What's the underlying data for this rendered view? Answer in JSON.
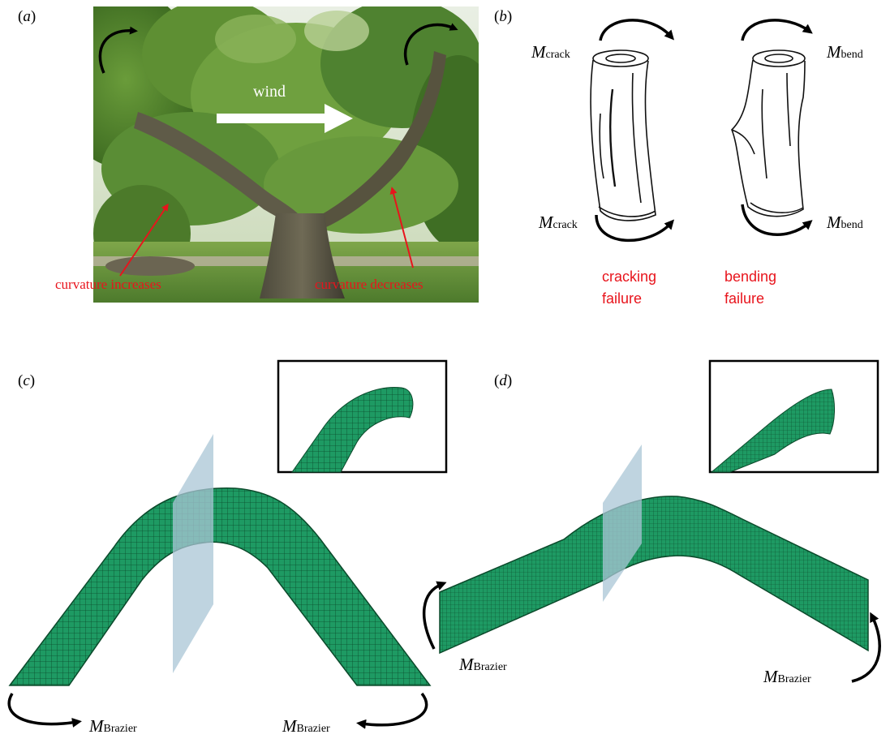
{
  "panels": {
    "a": {
      "label": "a",
      "wind_label": "wind",
      "left_note": "curvature increases",
      "right_note": "curvature decreases"
    },
    "b": {
      "label": "b",
      "m_symbol": "M",
      "crack_sub": "crack",
      "bend_sub": "bend",
      "cracking_line1": "cracking",
      "cracking_line2": "failure",
      "bending_line1": "bending",
      "bending_line2": "failure"
    },
    "c": {
      "label": "c",
      "m_symbol": "M",
      "brazier_sub": "Brazier"
    },
    "d": {
      "label": "d",
      "m_symbol": "M",
      "brazier_sub": "Brazier"
    }
  },
  "colors": {
    "annotation_red": "#e8141c",
    "mesh_green": "#1e9a63",
    "plane_blue": "#a9c6d6"
  }
}
